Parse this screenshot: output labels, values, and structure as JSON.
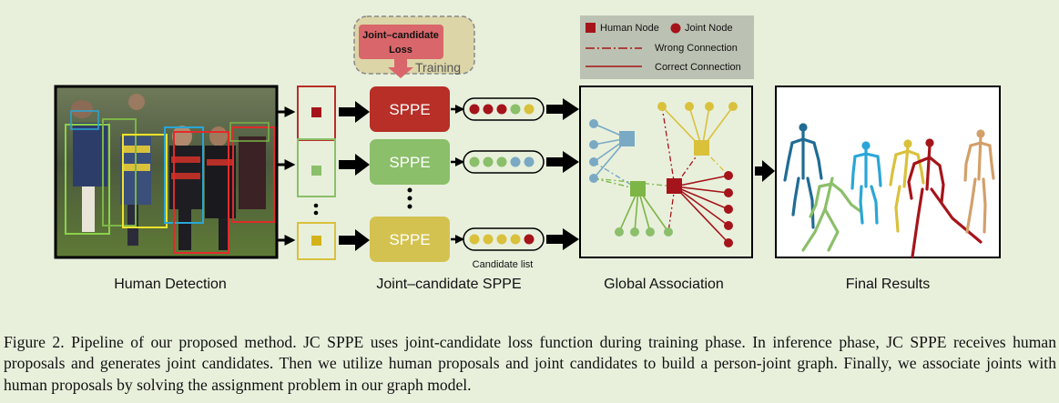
{
  "stage_labels": {
    "detection": "Human Detection",
    "sppe": "Joint–candidate SPPE",
    "association": "Global Association",
    "results": "Final Results"
  },
  "training": {
    "loss_line1": "Joint–candidate",
    "loss_line2": "Loss",
    "label": "Training"
  },
  "sppe_blocks": [
    {
      "label": "SPPE",
      "color": "#b72f27"
    },
    {
      "label": "SPPE",
      "color": "#8bbf6a"
    },
    {
      "label": "SPPE",
      "color": "#d4c250"
    }
  ],
  "candidate_list_label": "Candidate list",
  "legend": {
    "human_node": "Human Node",
    "joint_node": "Joint Node",
    "wrong": "Wrong Connection",
    "correct": "Correct Connection"
  },
  "colors": {
    "red": "#a5141a",
    "green": "#7db546",
    "yellow": "#d9c13c",
    "blue": "#7aa9c4",
    "background": "#e8f0dc"
  },
  "caption": "Figure 2. Pipeline of our proposed method. JC SPPE uses joint-candidate loss function during training phase. In inference phase, JC SPPE receives human proposals and generates joint candidates. Then we utilize human proposals and joint candidates to build a person-joint graph. Finally, we associate joints with human proposals by solving the assignment problem in our graph model."
}
